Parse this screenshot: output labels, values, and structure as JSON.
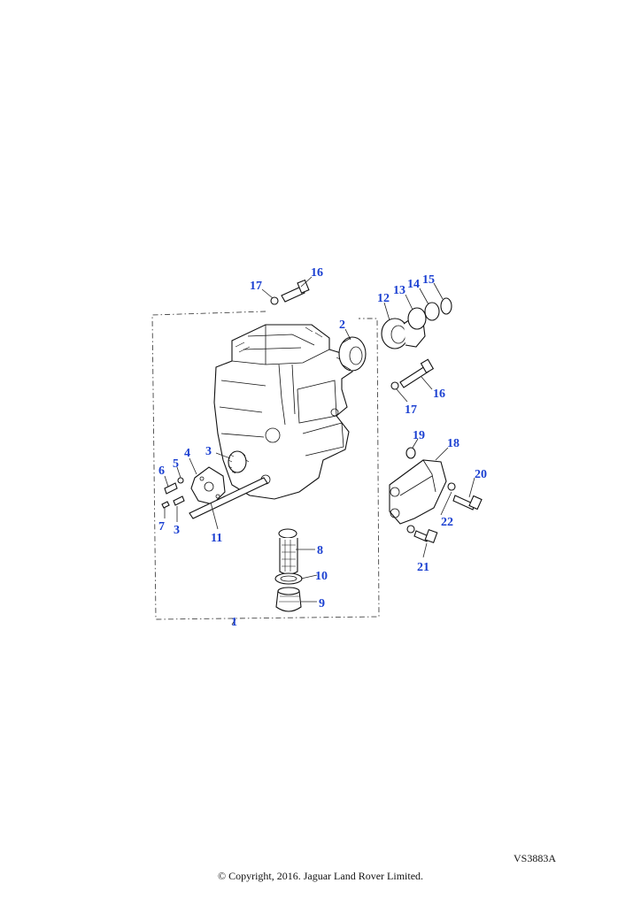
{
  "callouts": {
    "c1": "1",
    "c2": "2",
    "c3a": "3",
    "c3b": "3",
    "c4": "4",
    "c5": "5",
    "c6": "6",
    "c7": "7",
    "c8": "8",
    "c9": "9",
    "c10": "10",
    "c11": "11",
    "c12": "12",
    "c13": "13",
    "c14": "14",
    "c15": "15",
    "c16a": "16",
    "c16b": "16",
    "c17a": "17",
    "c17b": "17",
    "c18": "18",
    "c19": "19",
    "c20": "20",
    "c21": "21",
    "c22": "22"
  },
  "diagram_code": "VS3883A",
  "copyright": "© Copyright, 2016. Jaguar Land Rover Limited.",
  "colors": {
    "callout": "#1a3fd1",
    "linework": "#111111"
  }
}
